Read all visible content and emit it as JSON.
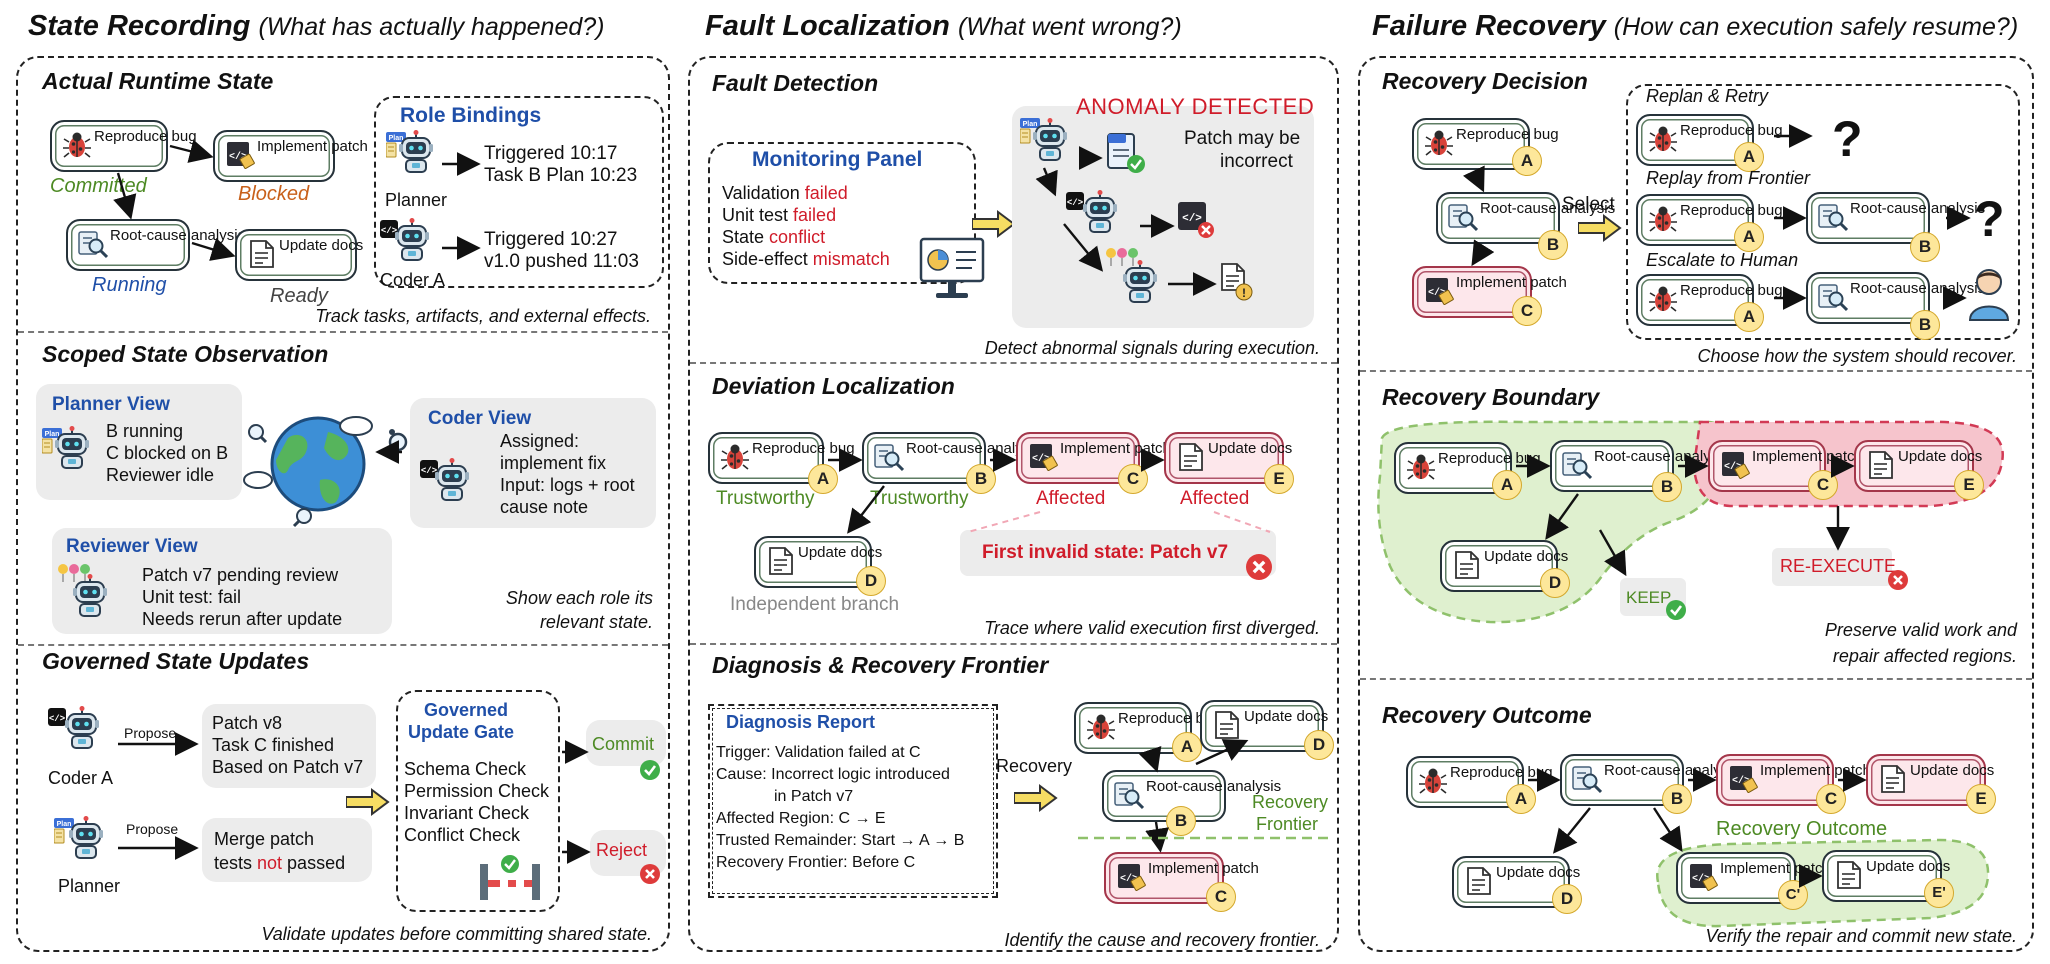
{
  "columns": {
    "state": {
      "title": "State Recording",
      "subtitle": "(What has actually happened?)"
    },
    "fault": {
      "title": "Fault Localization",
      "subtitle": "(What went wrong?)"
    },
    "recovery": {
      "title": "Failure Recovery",
      "subtitle": "(How can execution safely resume?)"
    }
  },
  "common": {
    "reproduce_bug": "Reproduce bug",
    "root_cause": "Root-cause analysis",
    "implement_patch": "Implement patch",
    "update_docs": "Update docs",
    "badge_a": "A",
    "badge_b": "B",
    "badge_c": "C",
    "badge_d": "D",
    "badge_e": "E",
    "badge_c_prime": "C'",
    "badge_e_prime": "E'",
    "plan_tag": "Plan"
  },
  "runtime": {
    "title": "Actual Runtime State",
    "committed": "Committed",
    "blocked": "Blocked",
    "running": "Running",
    "ready": "Ready",
    "role_bindings_title": "Role Bindings",
    "planner": "Planner",
    "coder": "Coder A",
    "planner_line1": "Triggered    10:17",
    "planner_line2": "Task B Plan 10:23",
    "coder_line1": "Triggered    10:27",
    "coder_line2": "v1.0 pushed 11:03",
    "caption": "Track tasks, artifacts, and external effects."
  },
  "scoped": {
    "title": "Scoped State Observation",
    "planner_view_title": "Planner View",
    "planner_view_lines": [
      "B running",
      "C blocked on B",
      "Reviewer idle"
    ],
    "coder_view_title": "Coder View",
    "coder_view_lines": [
      "Assigned:",
      "implement fix",
      "Input: logs + root",
      "cause note"
    ],
    "reviewer_view_title": "Reviewer View",
    "reviewer_view_lines": [
      "Patch v7 pending review",
      "Unit test: fail",
      "Needs rerun after update"
    ],
    "caption_1": "Show each role its",
    "caption_2": "relevant state."
  },
  "governed": {
    "title": "Governed State Updates",
    "coder": "Coder A",
    "planner": "Planner",
    "propose": "Propose",
    "coder_lines": [
      "Patch v8",
      "Task C finished",
      "Based on Patch v7"
    ],
    "planner_line1": "Merge patch",
    "planner_line2_pre": "tests ",
    "planner_line2_not": "not",
    "planner_line2_post": " passed",
    "gate_title_1": "Governed",
    "gate_title_2": "Update Gate",
    "gate_checks": [
      "Schema Check",
      "Permission Check",
      "Invariant Check",
      "Conflict Check"
    ],
    "commit": "Commit",
    "reject": "Reject",
    "caption": "Validate updates before committing shared state."
  },
  "fault_detection": {
    "title": "Fault Detection",
    "panel_title": "Monitoring Panel",
    "rows": [
      {
        "label": "Validation",
        "status": "failed"
      },
      {
        "label": "Unit test",
        "status": "failed"
      },
      {
        "label": "State",
        "status": "conflict"
      },
      {
        "label": "Side-effect",
        "status": "mismatch"
      }
    ],
    "anomaly": "ANOMALY DETECTED",
    "patch_msg_1": "Patch may be",
    "patch_msg_2": "incorrect",
    "caption": "Detect abnormal signals during execution."
  },
  "deviation": {
    "title": "Deviation Localization",
    "trustworthy": "Trustworthy",
    "affected": "Affected",
    "independent": "Independent branch",
    "first_invalid": "First invalid state: Patch v7",
    "caption": "Trace where valid execution first diverged."
  },
  "diagnosis": {
    "title": "Diagnosis & Recovery Frontier",
    "report_title": "Diagnosis Report",
    "lines": [
      "Trigger: Validation failed at C",
      "Cause: Incorrect logic introduced",
      "in Patch v7",
      "Affected Region: C → E",
      "Trusted Remainder: Start → A → B",
      "Recovery Frontier: Before C"
    ],
    "recovery": "Recovery",
    "frontier_1": "Recovery",
    "frontier_2": "Frontier",
    "caption": "Identify the cause and recovery frontier."
  },
  "decision": {
    "title": "Recovery Decision",
    "select": "Select",
    "replan": "Replan & Retry",
    "replay": "Replay from Frontier",
    "escalate": "Escalate to Human",
    "question": "?",
    "caption": "Choose how the system should recover."
  },
  "boundary": {
    "title": "Recovery Boundary",
    "keep": "KEEP",
    "reexecute": "RE-EXECUTE",
    "caption_1": "Preserve valid work and",
    "caption_2": "repair affected regions."
  },
  "outcome": {
    "title": "Recovery Outcome",
    "label": "Recovery Outcome",
    "caption": "Verify the repair and commit new state."
  }
}
